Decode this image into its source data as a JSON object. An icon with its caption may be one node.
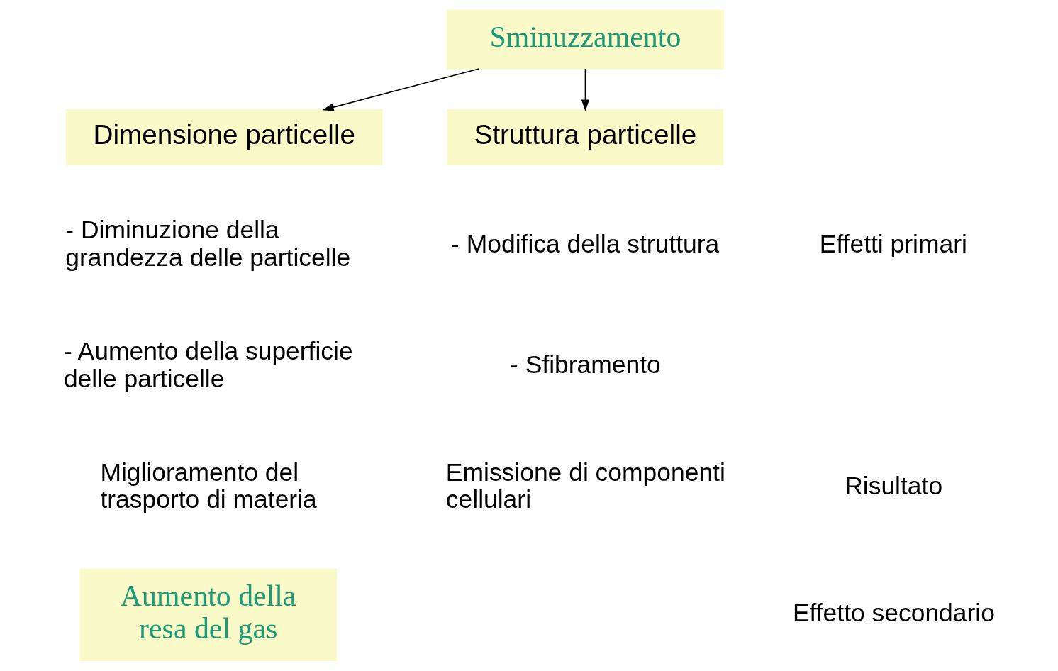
{
  "diagram": {
    "nodes": [
      {
        "text": [
          "Sminuzzamento"
        ]
      },
      {
        "text": [
          "Dimensione particelle"
        ]
      },
      {
        "text": [
          "Struttura particelle"
        ]
      },
      {
        "text": [
          "Aumento della resa del gas"
        ]
      }
    ],
    "edges": [
      {
        "from": 0,
        "to": 1,
        "arrow": "to"
      },
      {
        "from": 0,
        "to": 2,
        "arrow": "to"
      }
    ],
    "labels": [
      "Effetti primari",
      "- Diminuzione della grandezza delle particelle",
      "- Aumento della superficie delle particelle",
      "- Modifica della struttura",
      "- Sfibramento",
      "Risultato",
      "Miglioramento del trasporto di materia",
      "Emissione di componenti cellulari",
      "Effetto secondario"
    ]
  }
}
